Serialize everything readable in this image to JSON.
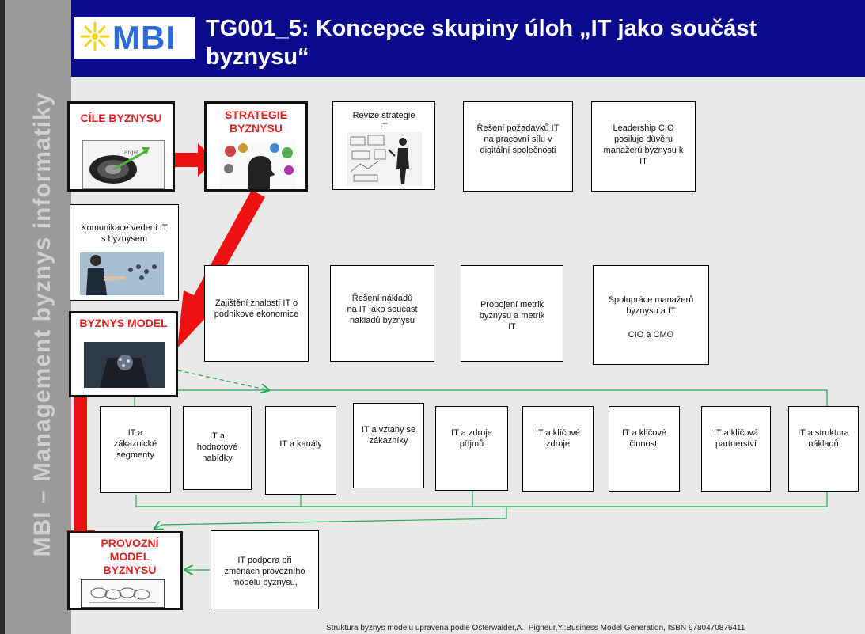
{
  "sidebar": {
    "text": "MBI – Management byznys informatiky"
  },
  "header": {
    "logo": "MBI",
    "title": "TG001_5: Koncepce skupiny úloh „IT jako součást byznysu“"
  },
  "row1": {
    "cile": "CÍLE BYZNYSU",
    "cile_pic_word": "Target",
    "strategie": "STRATEGIE BYZNYSU",
    "revize": "Revize strategie IT",
    "reseni_pozadavku": "Řešení požadavků IT na pracovní sílu v digitální společnosti",
    "leadership": "Leadership CIO posiluje důvěru manažerů byznysu k IT"
  },
  "komunikace": "Komunikace vedení IT s byznysem",
  "row2": {
    "zajisteni": "Zajištění znalostí IT o podnikové ekonomice",
    "naklady": "Řešení nákladů na IT jako součást nákladů byznysu",
    "metriky": "Propojení metrik byznysu a metrik IT",
    "spoluprace": "Spolupráce manažerů byznysu a IT",
    "spoluprace2": "CIO a CMO"
  },
  "byznys_model": "BYZNYS MODEL",
  "components": [
    "IT a zákaznické segmenty",
    "IT a hodnotové nabídky",
    "IT a kanály",
    "IT a vztahy se zákazníky",
    "IT a zdroje příjmů",
    "IT a klíčové zdroje",
    "IT a klíčové činnosti",
    "IT a klíčová partnerství",
    "IT a struktura nákladů"
  ],
  "provozni": "PROVOZNÍ MODEL BYZNYSU",
  "it_podpora": "IT podpora při změnách provozního modelu byznysu,",
  "footer": "Struktura byznys modelu upravena podle Osterwalder,A., Pigneur,Y.:Business Model Generation, ISBN 9780470876411",
  "colors": {
    "header": "#0a0a8c",
    "red": "#e62020",
    "green": "#22aa55",
    "sidebar": "#9a9a9a"
  }
}
